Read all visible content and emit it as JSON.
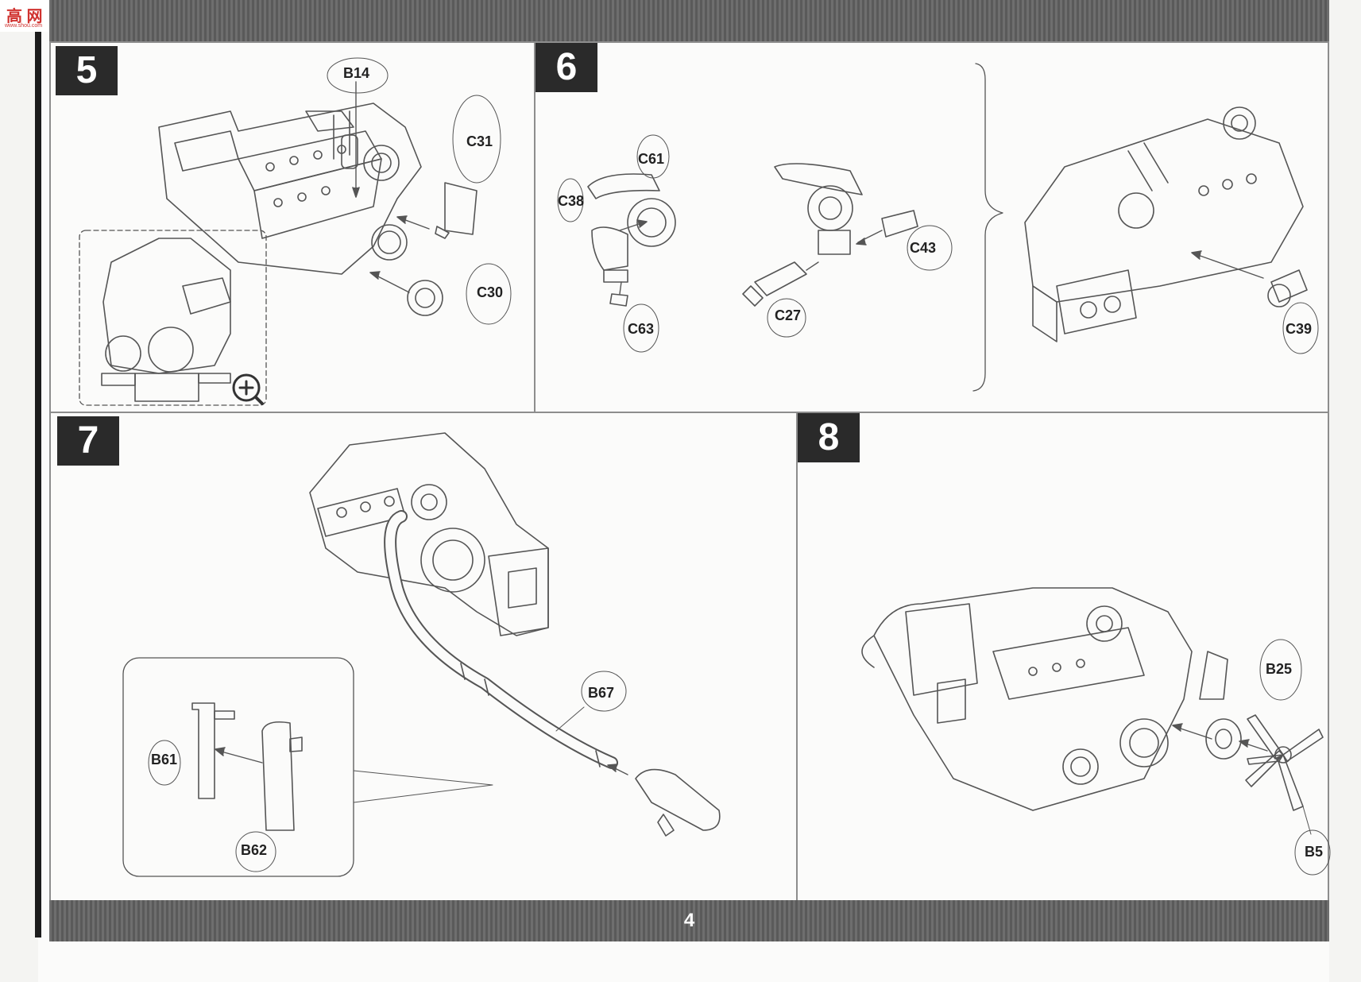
{
  "brand": {
    "text": "高 网",
    "url": "www.shou.com"
  },
  "page_number": "4",
  "steps": [
    {
      "number": "5",
      "parts": [
        "B14",
        "C31",
        "C30"
      ]
    },
    {
      "number": "6",
      "parts": [
        "C61",
        "C38",
        "C63",
        "C43",
        "C27",
        "C39"
      ]
    },
    {
      "number": "7",
      "parts": [
        "B67",
        "B61",
        "B62"
      ]
    },
    {
      "number": "8",
      "parts": [
        "B25",
        "B5"
      ]
    }
  ],
  "icons": [
    "zoom-plus-icon"
  ],
  "colors": {
    "bar": "#6a6a6a",
    "badge": "#2a2a2a",
    "line_art": "#555555"
  }
}
